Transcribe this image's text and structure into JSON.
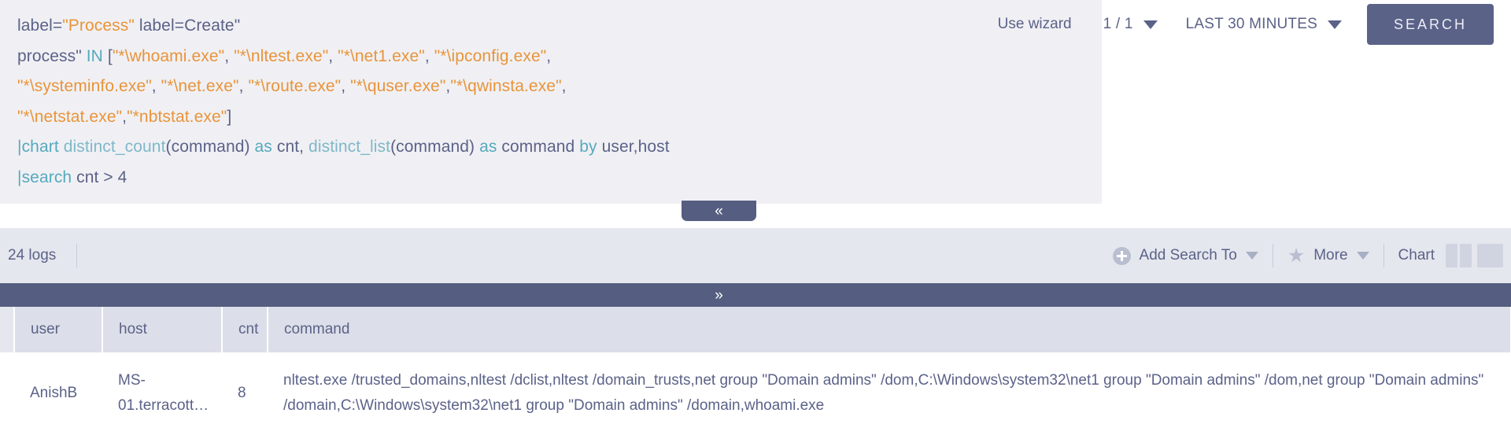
{
  "query": {
    "lines": [
      [
        {
          "t": "label=",
          "c": "plain"
        },
        {
          "t": "\"Process\"",
          "c": "str"
        },
        {
          "t": " label=Create\"",
          "c": "plain"
        }
      ],
      [
        {
          "t": "process\" ",
          "c": "plain"
        },
        {
          "t": "IN",
          "c": "kw"
        },
        {
          "t": " [",
          "c": "plain"
        },
        {
          "t": "\"*\\whoami.exe\"",
          "c": "str"
        },
        {
          "t": ", ",
          "c": "plain"
        },
        {
          "t": "\"*\\nltest.exe\"",
          "c": "str"
        },
        {
          "t": ", ",
          "c": "plain"
        },
        {
          "t": "\"*\\net1.exe\"",
          "c": "str"
        },
        {
          "t": ", ",
          "c": "plain"
        },
        {
          "t": "\"*\\ipconfig.exe\"",
          "c": "str"
        },
        {
          "t": ",",
          "c": "plain"
        }
      ],
      [
        {
          "t": "\"*\\systeminfo.exe\"",
          "c": "str"
        },
        {
          "t": ", ",
          "c": "plain"
        },
        {
          "t": "\"*\\net.exe\"",
          "c": "str"
        },
        {
          "t": ", ",
          "c": "plain"
        },
        {
          "t": "\"*\\route.exe\"",
          "c": "str"
        },
        {
          "t": ", ",
          "c": "plain"
        },
        {
          "t": "\"*\\quser.exe\"",
          "c": "str"
        },
        {
          "t": ",",
          "c": "plain"
        },
        {
          "t": "\"*\\qwinsta.exe\"",
          "c": "str"
        },
        {
          "t": ",",
          "c": "plain"
        }
      ],
      [
        {
          "t": "\"*\\netstat.exe\"",
          "c": "str"
        },
        {
          "t": ",",
          "c": "plain"
        },
        {
          "t": "\"*nbtstat.exe\"",
          "c": "str"
        },
        {
          "t": "]",
          "c": "plain"
        }
      ],
      [
        {
          "t": "|",
          "c": "pipe"
        },
        {
          "t": "chart ",
          "c": "pipe"
        },
        {
          "t": "distinct_count",
          "c": "fn"
        },
        {
          "t": "(command) ",
          "c": "plain"
        },
        {
          "t": "as",
          "c": "kw"
        },
        {
          "t": " cnt, ",
          "c": "plain"
        },
        {
          "t": "distinct_list",
          "c": "fn"
        },
        {
          "t": "(command) ",
          "c": "plain"
        },
        {
          "t": "as",
          "c": "kw"
        },
        {
          "t": " command ",
          "c": "plain"
        },
        {
          "t": "by",
          "c": "kw"
        },
        {
          "t": " user,host",
          "c": "plain"
        }
      ],
      [
        {
          "t": "|",
          "c": "pipe"
        },
        {
          "t": "search",
          "c": "pipe"
        },
        {
          "t": " cnt > 4",
          "c": "plain"
        }
      ]
    ]
  },
  "toolbar": {
    "use_wizard_label": "Use wizard",
    "page_indicator": "1 / 1",
    "time_range": "LAST 30 MINUTES",
    "search_button_label": "SEARCH"
  },
  "results_toolbar": {
    "logs_count": "24 logs",
    "add_search_to_label": "Add Search To",
    "more_label": "More",
    "chart_label": "Chart"
  },
  "handles": {
    "collapse_up": "«",
    "collapse_down": "»"
  },
  "table": {
    "columns": [
      "user",
      "host",
      "cnt",
      "command"
    ],
    "rows": [
      {
        "user": "AnishB",
        "host": "MS-01.terracott…",
        "cnt": "8",
        "command": "nltest.exe /trusted_domains,nltest /dclist,nltest /domain_trusts,net group \"Domain admins\" /dom,C:\\Windows\\system32\\net1 group \"Domain admins\" /dom,net group \"Domain admins\" /domain,C:\\Windows\\system32\\net1 group \"Domain admins\" /domain,whoami.exe"
      }
    ]
  },
  "colors": {
    "accent": "#5b6288",
    "query_bg": "#f0f0f4",
    "toolbar_bg": "#e5e7ee",
    "header_bg": "#dcdfe9",
    "string_token": "#e8943a",
    "keyword_token": "#56a9bd"
  }
}
